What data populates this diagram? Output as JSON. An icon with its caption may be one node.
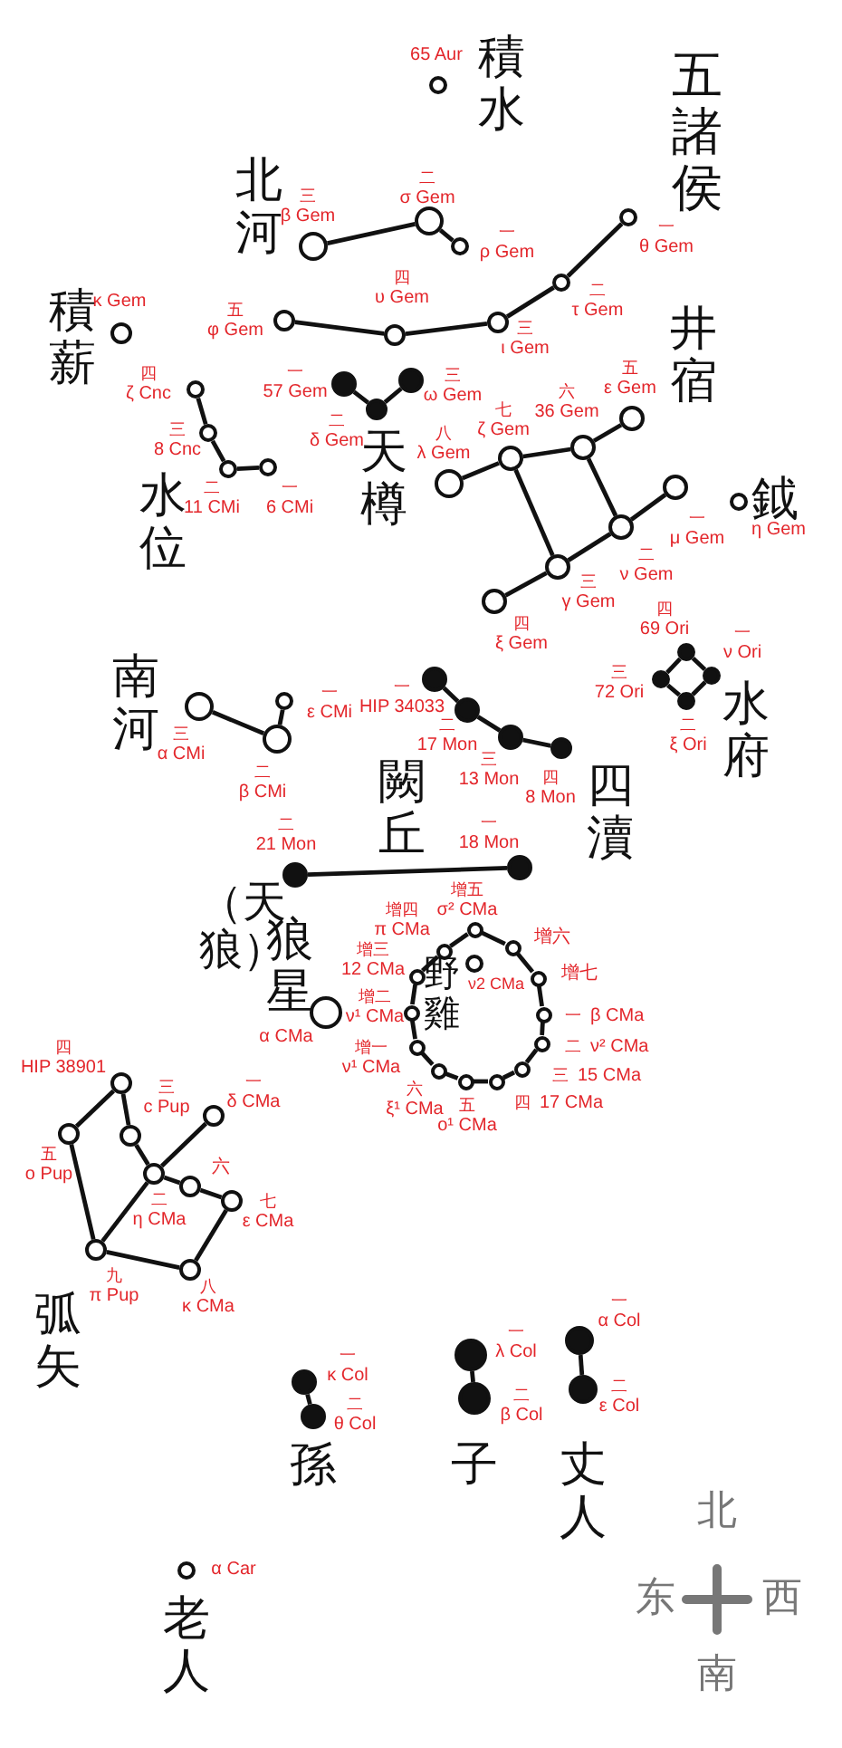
{
  "diagram": {
    "nodes": [
      {
        "text": [],
        "shape": "circle",
        "beside": [
          "65 Aur"
        ]
      },
      {
        "text": [],
        "shape": "circle",
        "beside": [
          "三",
          "β Gem"
        ]
      },
      {
        "text": [],
        "shape": "circle",
        "beside": [
          "二",
          "σ Gem"
        ]
      },
      {
        "text": [],
        "shape": "circle",
        "beside": [
          "一",
          "ρ Gem"
        ]
      },
      {
        "text": [],
        "shape": "circle",
        "beside": [
          "一",
          "θ Gem"
        ]
      },
      {
        "text": [],
        "shape": "circle",
        "beside": [
          "二",
          "τ Gem"
        ]
      },
      {
        "text": [],
        "shape": "circle",
        "beside": [
          "三",
          "ι Gem"
        ]
      },
      {
        "text": [],
        "shape": "circle",
        "beside": [
          "四",
          "υ Gem"
        ]
      },
      {
        "text": [],
        "shape": "circle",
        "beside": [
          "五",
          "φ Gem"
        ]
      },
      {
        "text": [],
        "shape": "circle",
        "beside": [
          "κ Gem"
        ]
      },
      {
        "text": [],
        "shape": "circle",
        "beside": [
          "四",
          "ζ Cnc"
        ]
      },
      {
        "text": [],
        "shape": "circle",
        "beside": [
          "三",
          "8 Cnc"
        ]
      },
      {
        "text": [],
        "shape": "circle",
        "beside": [
          "二",
          "11 CMi"
        ]
      },
      {
        "text": [],
        "shape": "circle",
        "beside": [
          "一",
          "6 CMi"
        ]
      },
      {
        "text": [],
        "shape": "dot",
        "beside": [
          "一",
          "57 Gem"
        ]
      },
      {
        "text": [],
        "shape": "dot",
        "beside": [
          "二",
          "δ Gem"
        ]
      },
      {
        "text": [],
        "shape": "dot",
        "beside": [
          "三",
          "ω Gem"
        ]
      },
      {
        "text": [],
        "shape": "circle",
        "beside": [
          "八",
          "λ Gem"
        ]
      },
      {
        "text": [],
        "shape": "circle",
        "beside": [
          "七",
          "ζ Gem"
        ]
      },
      {
        "text": [],
        "shape": "circle",
        "beside": [
          "六",
          "36 Gem"
        ]
      },
      {
        "text": [],
        "shape": "circle",
        "beside": [
          "五",
          "ε Gem"
        ]
      },
      {
        "text": [],
        "shape": "circle",
        "beside": [
          "一",
          "μ Gem"
        ]
      },
      {
        "text": [],
        "shape": "circle",
        "beside": [
          "二",
          "ν Gem"
        ]
      },
      {
        "text": [],
        "shape": "circle",
        "beside": [
          "三",
          "γ Gem"
        ]
      },
      {
        "text": [],
        "shape": "circle",
        "beside": [
          "四",
          "ξ Gem"
        ]
      },
      {
        "text": [],
        "shape": "circle",
        "beside": [
          "η Gem"
        ]
      },
      {
        "text": [],
        "shape": "dot",
        "beside": [
          "四",
          "69 Ori"
        ]
      },
      {
        "text": [],
        "shape": "dot",
        "beside": [
          "一",
          "ν Ori"
        ]
      },
      {
        "text": [],
        "shape": "dot",
        "beside": [
          "三",
          "72 Ori"
        ]
      },
      {
        "text": [],
        "shape": "dot",
        "beside": [
          "二",
          "ξ Ori"
        ]
      },
      {
        "text": [],
        "shape": "circle",
        "beside": [
          "三",
          "α CMi"
        ]
      },
      {
        "text": [],
        "shape": "circle",
        "beside": [
          "二",
          "β CMi"
        ]
      },
      {
        "text": [],
        "shape": "circle",
        "beside": [
          "一",
          "ε CMi"
        ]
      },
      {
        "text": [],
        "shape": "dot",
        "beside": [
          "一",
          "HIP 34033"
        ]
      },
      {
        "text": [],
        "shape": "dot",
        "beside": [
          "二",
          "17 Mon"
        ]
      },
      {
        "text": [],
        "shape": "dot",
        "beside": [
          "三",
          "13 Mon"
        ]
      },
      {
        "text": [],
        "shape": "dot",
        "beside": [
          "四",
          "8 Mon"
        ]
      },
      {
        "text": [],
        "shape": "dot",
        "beside": [
          "二",
          "21 Mon"
        ]
      },
      {
        "text": [],
        "shape": "dot",
        "beside": [
          "一",
          "18 Mon"
        ]
      },
      {
        "text": [],
        "shape": "circle",
        "beside": [
          "增五",
          "σ² CMa"
        ]
      },
      {
        "text": [],
        "shape": "circle",
        "beside": [
          "增六"
        ]
      },
      {
        "text": [],
        "shape": "circle",
        "beside": [
          "增七"
        ]
      },
      {
        "text": [],
        "shape": "circle",
        "beside": [
          "一",
          "β CMa"
        ]
      },
      {
        "text": [],
        "shape": "circle",
        "beside": [
          "二",
          "ν² CMa"
        ]
      },
      {
        "text": [],
        "shape": "circle",
        "beside": [
          "三",
          "15 CMa"
        ]
      },
      {
        "text": [],
        "shape": "circle",
        "beside": [
          "四",
          "17 CMa"
        ]
      },
      {
        "text": [],
        "shape": "circle",
        "beside": [
          "五",
          "ο¹ CMa"
        ]
      },
      {
        "text": [],
        "shape": "circle",
        "beside": [
          "六",
          "ξ¹ CMa"
        ]
      },
      {
        "text": [],
        "shape": "circle",
        "beside": [
          "增一",
          "ν¹ CMa"
        ]
      },
      {
        "text": [],
        "shape": "circle",
        "beside": [
          "增二",
          "ν¹ CMa"
        ]
      },
      {
        "text": [],
        "shape": "circle",
        "beside": [
          "增三",
          "12 CMa"
        ]
      },
      {
        "text": [],
        "shape": "circle",
        "beside": [
          "增四",
          "π CMa"
        ]
      },
      {
        "text": [],
        "shape": "circle",
        "beside": [
          "ν2 CMa"
        ]
      },
      {
        "text": [],
        "shape": "circle",
        "beside": [
          "α CMa"
        ]
      },
      {
        "text": [],
        "shape": "circle",
        "beside": [
          "四",
          "HIP 38901"
        ]
      },
      {
        "text": [],
        "shape": "circle",
        "beside": [
          "三",
          "c Pup"
        ]
      },
      {
        "text": [],
        "shape": "circle",
        "beside": [
          "一",
          "δ CMa"
        ]
      },
      {
        "text": [],
        "shape": "circle",
        "beside": [
          "五",
          "ο Pup"
        ]
      },
      {
        "text": [],
        "shape": "circle",
        "beside": [
          "二",
          "η CMa"
        ]
      },
      {
        "text": [],
        "shape": "circle",
        "beside": [
          "六"
        ]
      },
      {
        "text": [],
        "shape": "circle",
        "beside": [
          "七",
          "ε CMa"
        ]
      },
      {
        "text": [],
        "shape": "circle",
        "beside": [
          "九",
          "π Pup"
        ]
      },
      {
        "text": [],
        "shape": "circle",
        "beside": [
          "八",
          "κ CMa"
        ]
      },
      {
        "text": [],
        "shape": "dot",
        "beside": [
          "一",
          "κ Col"
        ]
      },
      {
        "text": [],
        "shape": "dot",
        "beside": [
          "二",
          "θ Col"
        ]
      },
      {
        "text": [],
        "shape": "dot",
        "beside": [
          "一",
          "λ Col"
        ]
      },
      {
        "text": [],
        "shape": "dot",
        "beside": [
          "二",
          "β Col"
        ]
      },
      {
        "text": [],
        "shape": "dot",
        "beside": [
          "一",
          "α Col"
        ]
      },
      {
        "text": [],
        "shape": "dot",
        "beside": [
          "二",
          "ε Col"
        ]
      },
      {
        "text": [],
        "shape": "circle",
        "beside": [
          "α Car"
        ]
      }
    ],
    "edges": [
      {
        "from": 1,
        "to": 2,
        "arrow": "none"
      },
      {
        "from": 2,
        "to": 3,
        "arrow": "none"
      },
      {
        "from": 4,
        "to": 5,
        "arrow": "none"
      },
      {
        "from": 5,
        "to": 6,
        "arrow": "none"
      },
      {
        "from": 6,
        "to": 7,
        "arrow": "none"
      },
      {
        "from": 7,
        "to": 8,
        "arrow": "none"
      },
      {
        "from": 10,
        "to": 11,
        "arrow": "none"
      },
      {
        "from": 11,
        "to": 12,
        "arrow": "none"
      },
      {
        "from": 12,
        "to": 13,
        "arrow": "none"
      },
      {
        "from": 14,
        "to": 15,
        "arrow": "none"
      },
      {
        "from": 15,
        "to": 16,
        "arrow": "none"
      },
      {
        "from": 17,
        "to": 18,
        "arrow": "none"
      },
      {
        "from": 18,
        "to": 19,
        "arrow": "none"
      },
      {
        "from": 19,
        "to": 20,
        "arrow": "none"
      },
      {
        "from": 18,
        "to": 23,
        "arrow": "none"
      },
      {
        "from": 19,
        "to": 22,
        "arrow": "none"
      },
      {
        "from": 22,
        "to": 21,
        "arrow": "none"
      },
      {
        "from": 22,
        "to": 23,
        "arrow": "none"
      },
      {
        "from": 23,
        "to": 24,
        "arrow": "none"
      },
      {
        "from": 26,
        "to": 27,
        "arrow": "none"
      },
      {
        "from": 27,
        "to": 29,
        "arrow": "none"
      },
      {
        "from": 29,
        "to": 28,
        "arrow": "none"
      },
      {
        "from": 28,
        "to": 26,
        "arrow": "none"
      },
      {
        "from": 30,
        "to": 31,
        "arrow": "none"
      },
      {
        "from": 31,
        "to": 32,
        "arrow": "none"
      },
      {
        "from": 33,
        "to": 34,
        "arrow": "none"
      },
      {
        "from": 34,
        "to": 35,
        "arrow": "none"
      },
      {
        "from": 35,
        "to": 36,
        "arrow": "none"
      },
      {
        "from": 37,
        "to": 38,
        "arrow": "none"
      },
      {
        "from": 39,
        "to": 40,
        "arrow": "none"
      },
      {
        "from": 40,
        "to": 41,
        "arrow": "none"
      },
      {
        "from": 41,
        "to": 42,
        "arrow": "none"
      },
      {
        "from": 42,
        "to": 43,
        "arrow": "none"
      },
      {
        "from": 43,
        "to": 44,
        "arrow": "none"
      },
      {
        "from": 44,
        "to": 45,
        "arrow": "none"
      },
      {
        "from": 45,
        "to": 46,
        "arrow": "none"
      },
      {
        "from": 46,
        "to": 47,
        "arrow": "none"
      },
      {
        "from": 47,
        "to": 48,
        "arrow": "none"
      },
      {
        "from": 48,
        "to": 49,
        "arrow": "none"
      },
      {
        "from": 49,
        "to": 50,
        "arrow": "none"
      },
      {
        "from": 50,
        "to": 51,
        "arrow": "none"
      },
      {
        "from": 51,
        "to": 39,
        "arrow": "none"
      },
      {
        "from": 54,
        "to": 57,
        "arrow": "none"
      },
      {
        "from": 54,
        "to": 55,
        "arrow": "none"
      },
      {
        "from": 55,
        "to": 58,
        "arrow": "none"
      },
      {
        "from": 56,
        "to": 58,
        "arrow": "none"
      },
      {
        "from": 58,
        "to": 61,
        "arrow": "none"
      },
      {
        "from": 57,
        "to": 61,
        "arrow": "none"
      },
      {
        "from": 58,
        "to": 59,
        "arrow": "none"
      },
      {
        "from": 59,
        "to": 60,
        "arrow": "none"
      },
      {
        "from": 60,
        "to": 62,
        "arrow": "none"
      },
      {
        "from": 62,
        "to": 61,
        "arrow": "none"
      },
      {
        "from": 63,
        "to": 64,
        "arrow": "none"
      },
      {
        "from": 65,
        "to": 66,
        "arrow": "none"
      },
      {
        "from": 67,
        "to": 68,
        "arrow": "none"
      }
    ],
    "labels": [
      "積水",
      "五諸侯",
      "北河",
      "積薪",
      "井宿",
      "鉞",
      "水位",
      "天樽",
      "南河",
      "水府",
      "闕丘",
      "四瀆",
      "狼星",
      "（天狼）",
      "野雞",
      "弧矢",
      "孫",
      "子",
      "丈人",
      "老人",
      "北",
      "东",
      "西",
      "南"
    ]
  }
}
